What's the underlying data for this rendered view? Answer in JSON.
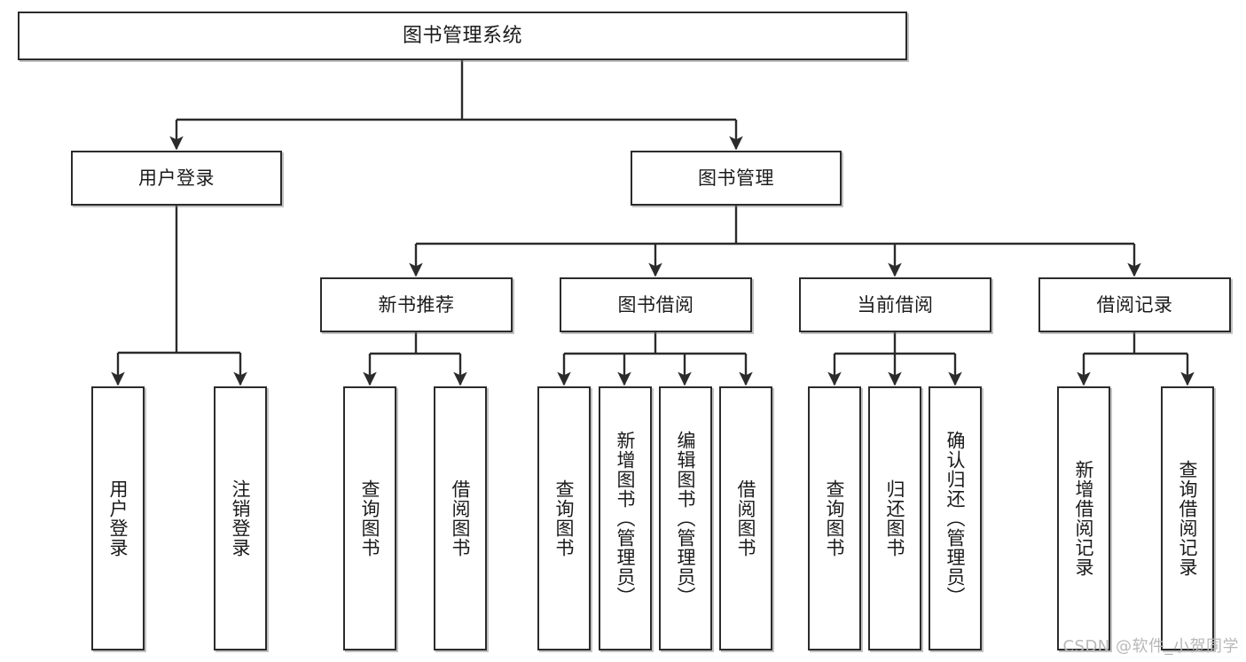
{
  "diagram": {
    "title": "图书管理系统",
    "watermark": "CSDN @软件_小贺同学",
    "line_color": "#2b2b2b",
    "box_border_color": "#2b2b2b",
    "background": "#ffffff",
    "levels": {
      "root": {
        "label": "图书管理系统"
      },
      "level2": [
        {
          "id": "user-login",
          "label": "用户登录"
        },
        {
          "id": "book-manage",
          "label": "图书管理"
        }
      ],
      "level3": [
        {
          "id": "new-book-rec",
          "label": "新书推荐"
        },
        {
          "id": "book-borrow",
          "label": "图书借阅"
        },
        {
          "id": "current-borrow",
          "label": "当前借阅"
        },
        {
          "id": "borrow-record",
          "label": "借阅记录"
        }
      ],
      "leaves": {
        "user_login": [
          {
            "id": "leaf-user-login",
            "label": "用户登录"
          },
          {
            "id": "leaf-user-logout",
            "label": "注销登录"
          }
        ],
        "new_book_rec": [
          {
            "id": "leaf-query-book-1",
            "label": "查询图书"
          },
          {
            "id": "leaf-borrow-book-1",
            "label": "借阅图书"
          }
        ],
        "book_borrow": [
          {
            "id": "leaf-query-book-2",
            "label": "查询图书"
          },
          {
            "id": "leaf-add-book",
            "label": "新增图书（管理员）"
          },
          {
            "id": "leaf-edit-book",
            "label": "编辑图书（管理员）"
          },
          {
            "id": "leaf-borrow-book-2",
            "label": "借阅图书"
          }
        ],
        "current_borrow": [
          {
            "id": "leaf-query-book-3",
            "label": "查询图书"
          },
          {
            "id": "leaf-return-book",
            "label": "归还图书"
          },
          {
            "id": "leaf-confirm-return",
            "label": "确认归还（管理员）"
          }
        ],
        "borrow_record": [
          {
            "id": "leaf-add-record",
            "label": "新增借阅记录"
          },
          {
            "id": "leaf-query-record",
            "label": "查询借阅记录"
          }
        ]
      }
    }
  },
  "chart_data": {
    "type": "tree-diagram",
    "title": "图书管理系统",
    "nodes": [
      {
        "id": "root",
        "label": "图书管理系统",
        "level": 0,
        "parent": null
      },
      {
        "id": "user-login",
        "label": "用户登录",
        "level": 1,
        "parent": "root"
      },
      {
        "id": "book-manage",
        "label": "图书管理",
        "level": 1,
        "parent": "root"
      },
      {
        "id": "leaf-user-login",
        "label": "用户登录",
        "level": 2,
        "parent": "user-login"
      },
      {
        "id": "leaf-user-logout",
        "label": "注销登录",
        "level": 2,
        "parent": "user-login"
      },
      {
        "id": "new-book-rec",
        "label": "新书推荐",
        "level": 2,
        "parent": "book-manage"
      },
      {
        "id": "book-borrow",
        "label": "图书借阅",
        "level": 2,
        "parent": "book-manage"
      },
      {
        "id": "current-borrow",
        "label": "当前借阅",
        "level": 2,
        "parent": "book-manage"
      },
      {
        "id": "borrow-record",
        "label": "借阅记录",
        "level": 2,
        "parent": "book-manage"
      },
      {
        "id": "leaf-query-book-1",
        "label": "查询图书",
        "level": 3,
        "parent": "new-book-rec"
      },
      {
        "id": "leaf-borrow-book-1",
        "label": "借阅图书",
        "level": 3,
        "parent": "new-book-rec"
      },
      {
        "id": "leaf-query-book-2",
        "label": "查询图书",
        "level": 3,
        "parent": "book-borrow"
      },
      {
        "id": "leaf-add-book",
        "label": "新增图书（管理员）",
        "level": 3,
        "parent": "book-borrow"
      },
      {
        "id": "leaf-edit-book",
        "label": "编辑图书（管理员）",
        "level": 3,
        "parent": "book-borrow"
      },
      {
        "id": "leaf-borrow-book-2",
        "label": "借阅图书",
        "level": 3,
        "parent": "book-borrow"
      },
      {
        "id": "leaf-query-book-3",
        "label": "查询图书",
        "level": 3,
        "parent": "current-borrow"
      },
      {
        "id": "leaf-return-book",
        "label": "归还图书",
        "level": 3,
        "parent": "current-borrow"
      },
      {
        "id": "leaf-confirm-return",
        "label": "确认归还（管理员）",
        "level": 3,
        "parent": "current-borrow"
      },
      {
        "id": "leaf-add-record",
        "label": "新增借阅记录",
        "level": 3,
        "parent": "borrow-record"
      },
      {
        "id": "leaf-query-record",
        "label": "查询借阅记录",
        "level": 3,
        "parent": "borrow-record"
      }
    ]
  }
}
